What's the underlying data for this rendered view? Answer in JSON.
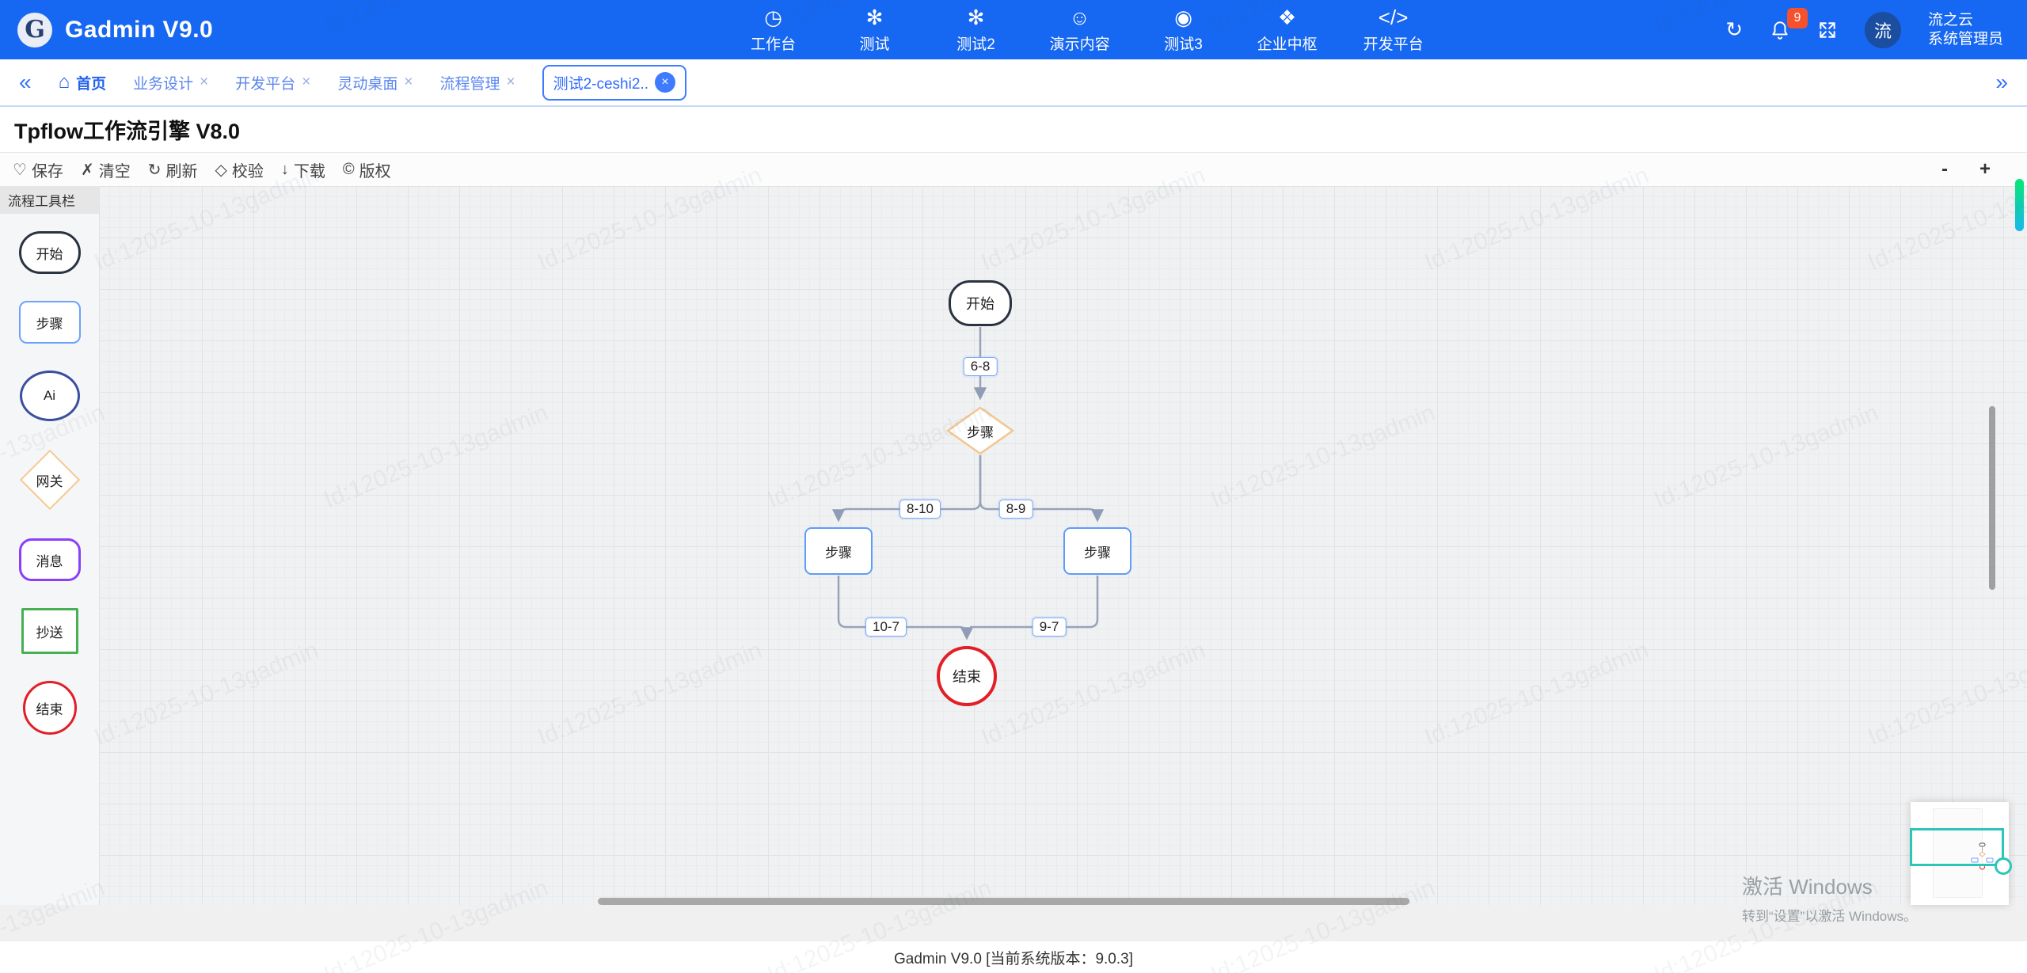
{
  "navbar": {
    "logo_text": "G",
    "title": "Gadmin V9.0",
    "menu": [
      {
        "icon": "◷",
        "label": "工作台"
      },
      {
        "icon": "✻",
        "label": "测试"
      },
      {
        "icon": "✻",
        "label": "测试2"
      },
      {
        "icon": "☺",
        "label": "演示内容"
      },
      {
        "icon": "◉",
        "label": "测试3"
      },
      {
        "icon": "❖",
        "label": "企业中枢"
      },
      {
        "icon": "</>",
        "label": "开发平台"
      }
    ],
    "refresh_icon": "↻",
    "badge_count": "9",
    "avatar_text": "流",
    "user_name": "流之云",
    "user_role": "系统管理员"
  },
  "tabs": {
    "collapse_icon": "«",
    "expand_icon": "»",
    "home_icon": "⌂",
    "close_icon": "×",
    "items": [
      {
        "label": "首页"
      },
      {
        "label": "业务设计"
      },
      {
        "label": "开发平台"
      },
      {
        "label": "灵动桌面"
      },
      {
        "label": "流程管理"
      },
      {
        "label": "测试2-ceshi2.."
      }
    ]
  },
  "page": {
    "title": "Tpflow工作流引擎 V8.0"
  },
  "toolbar": {
    "items": [
      {
        "icon": "♡",
        "label": "保存"
      },
      {
        "icon": "✗",
        "label": "清空"
      },
      {
        "icon": "↻",
        "label": "刷新"
      },
      {
        "icon": "◇",
        "label": "校验"
      },
      {
        "icon": "↓",
        "label": "下载"
      },
      {
        "icon": "©",
        "label": "版权"
      }
    ],
    "zoom_out": "-",
    "zoom_in": "+"
  },
  "sidebar": {
    "header": "流程工具栏",
    "tools": [
      {
        "label": "开始",
        "shape": "stadium"
      },
      {
        "label": "步骤",
        "shape": "rect-blue"
      },
      {
        "label": "Ai",
        "shape": "ellipse-navy"
      },
      {
        "label": "网关",
        "shape": "diamond-orange"
      },
      {
        "label": "消息",
        "shape": "rounded-purple"
      },
      {
        "label": "抄送",
        "shape": "square-green"
      },
      {
        "label": "结束",
        "shape": "circle-red"
      }
    ]
  },
  "flow": {
    "nodes": [
      {
        "id": "start",
        "label": "开始",
        "type": "start"
      },
      {
        "id": "gateway",
        "label": "步骤",
        "type": "gateway"
      },
      {
        "id": "step_left",
        "label": "步骤",
        "type": "step"
      },
      {
        "id": "step_right",
        "label": "步骤",
        "type": "step"
      },
      {
        "id": "end",
        "label": "结束",
        "type": "end"
      }
    ],
    "edges": [
      {
        "label": "6-8",
        "from": "start",
        "to": "gateway"
      },
      {
        "label": "8-10",
        "from": "gateway",
        "to": "step_left"
      },
      {
        "label": "8-9",
        "from": "gateway",
        "to": "step_right"
      },
      {
        "label": "10-7",
        "from": "step_left",
        "to": "end"
      },
      {
        "label": "9-7",
        "from": "step_right",
        "to": "end"
      }
    ]
  },
  "watermark": {
    "text": "Id:12025-10-13gadmin"
  },
  "windows_activation": {
    "line1": "激活 Windows",
    "line2": "转到“设置”以激活 Windows。"
  },
  "footer": {
    "text": "Gadmin V9.0 [当前系统版本：9.0.3]"
  }
}
